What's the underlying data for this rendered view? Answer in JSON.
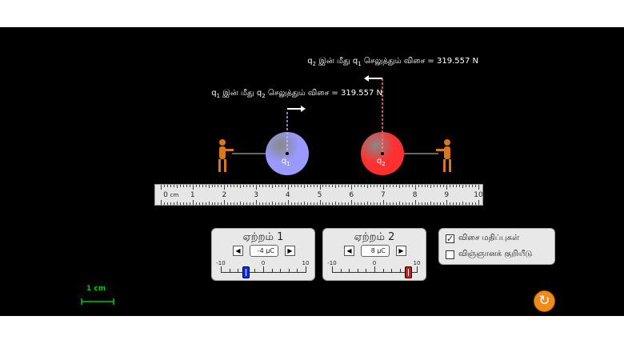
{
  "forces": {
    "q2_on_q1": {
      "prefix": "q",
      "sub1": "2",
      "mid": " இன் மீது q",
      "sub2": "1",
      "suffix": " செலுத்தும் விசை = 319.557 N"
    },
    "q1_on_q2": {
      "prefix": "q",
      "sub1": "1",
      "mid": " இன் மீது q",
      "sub2": "2",
      "suffix": " செலுத்தும் விசை = 319.557 N"
    }
  },
  "charges": [
    {
      "label": "q",
      "sub": "1",
      "position_cm": 4,
      "color": "#9999ff"
    },
    {
      "label": "q",
      "sub": "2",
      "position_cm": 7,
      "color": "#ff3030"
    }
  ],
  "ruler": {
    "unit": "cm",
    "labels": [
      "0",
      "1",
      "2",
      "3",
      "4",
      "5",
      "6",
      "7",
      "8",
      "9",
      "10"
    ]
  },
  "panels": [
    {
      "title": "ஏற்றம் 1",
      "value": -4,
      "value_text": "-4 μC",
      "min_label": "-10",
      "mid_label": "0",
      "max_label": "10",
      "thumb_color": "#1030e0"
    },
    {
      "title": "ஏற்றம் 2",
      "value": 8,
      "value_text": "8 μC",
      "min_label": "-10",
      "mid_label": "0",
      "max_label": "10",
      "thumb_color": "#ee1010"
    }
  ],
  "options": [
    {
      "label": "விசை மதிப்புகள்",
      "checked": true
    },
    {
      "label": "விஞ்ஞானக் குறியீடு",
      "checked": false
    }
  ],
  "scale": {
    "label": "1 cm",
    "color": "#00cc00"
  },
  "reset": {
    "color": "#f08a1c"
  }
}
